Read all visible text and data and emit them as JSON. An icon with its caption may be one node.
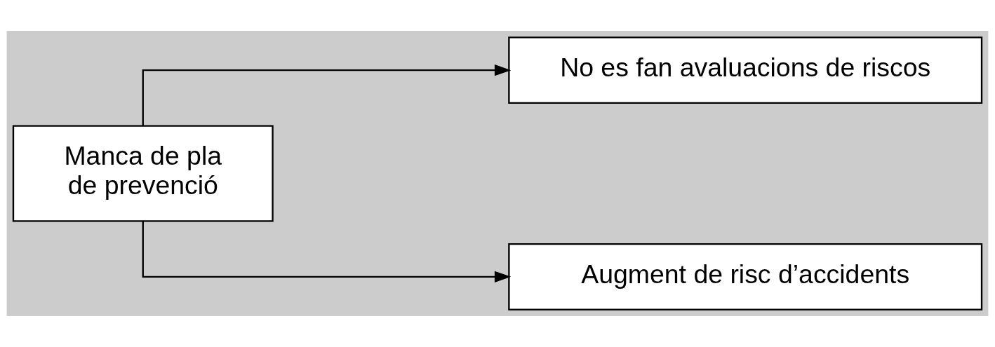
{
  "diagram": {
    "nodes": [
      {
        "text": [
          "Manca de pla de prevenció"
        ]
      },
      {
        "text": [
          "No es fan avaluacions de riscos"
        ]
      },
      {
        "text": [
          "Augment de risc d’accidents"
        ]
      }
    ],
    "edges": [
      {
        "from": 0,
        "to": 1,
        "arrow": "to"
      },
      {
        "from": 0,
        "to": 2,
        "arrow": "to"
      }
    ]
  }
}
